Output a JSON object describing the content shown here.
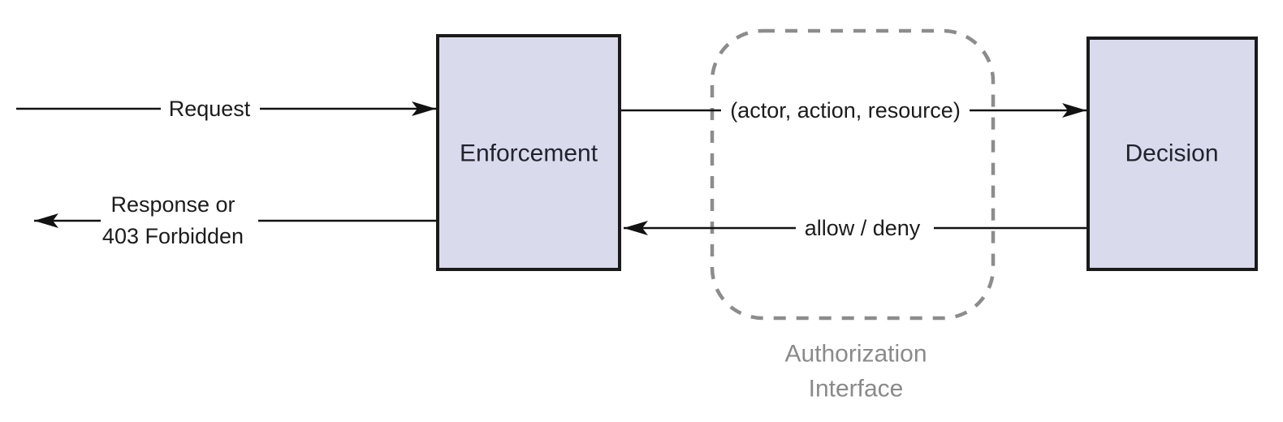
{
  "diagram": {
    "type": "flow-diagram",
    "background": "#ffffff"
  },
  "nodes": {
    "enforcement": {
      "label": "Enforcement"
    },
    "decision": {
      "label": "Decision"
    }
  },
  "group": {
    "label_line1": "Authorization",
    "label_line2": "Interface"
  },
  "edges": {
    "request": {
      "label": "Request"
    },
    "authz_request": {
      "label": "(actor, action, resource)"
    },
    "authz_response": {
      "label": "allow / deny"
    },
    "response": {
      "label_line1": "Response or",
      "label_line2": "403 Forbidden"
    }
  },
  "colors": {
    "node_fill": "#d9dbed",
    "node_border": "#1a1a1a",
    "node_text": "#23232e",
    "edge_line": "#121212",
    "edge_text": "#1c1c1c",
    "group_dash": "#8c8c8c",
    "group_text": "#8a8a8a"
  }
}
